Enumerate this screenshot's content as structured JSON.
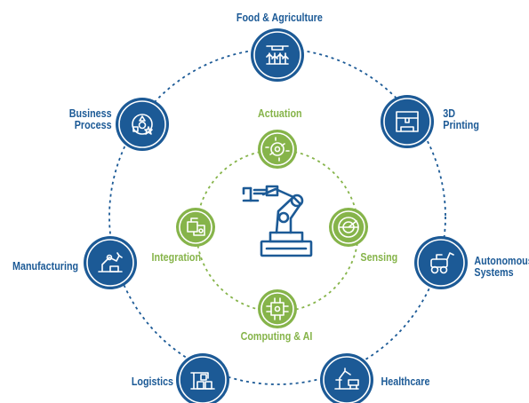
{
  "center": {
    "icon": "robotic-arm-icon"
  },
  "inner_ring": [
    {
      "label": "Actuation",
      "icon": "gear-hand-icon"
    },
    {
      "label": "Sensing",
      "icon": "radar-icon"
    },
    {
      "label": "Computing & AI",
      "icon": "chip-icon"
    },
    {
      "label": "Integration",
      "icon": "puzzle-robot-icon"
    }
  ],
  "outer_ring": [
    {
      "label": "Food & Agriculture",
      "icon": "drone-crops-icon"
    },
    {
      "label_lines": [
        "3D",
        "Printing"
      ],
      "icon": "printer-3d-icon"
    },
    {
      "label_lines": [
        "Autonomous",
        "Systems"
      ],
      "icon": "rover-icon"
    },
    {
      "label": "Healthcare",
      "icon": "surgical-robot-icon"
    },
    {
      "label": "Logistics",
      "icon": "warehouse-robot-icon"
    },
    {
      "label": "Manufacturing",
      "icon": "factory-arm-icon"
    },
    {
      "label_lines": [
        "Business",
        "Process"
      ],
      "icon": "process-cycle-icon"
    }
  ],
  "colors": {
    "blue": "#1c5a96",
    "green": "#86b44a",
    "white": "#ffffff"
  }
}
